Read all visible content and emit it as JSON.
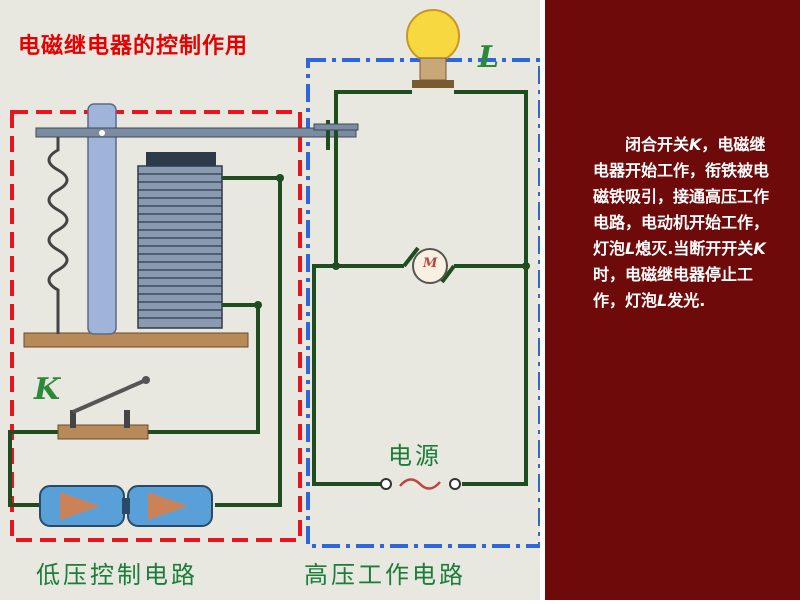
{
  "title": "电磁继电器的控制作用",
  "labels": {
    "lamp": "L",
    "switch": "K",
    "motor": "M",
    "power_source": "电源",
    "low_voltage_circuit": "低压控制电路",
    "high_voltage_circuit": "高压工作电路"
  },
  "description": {
    "parts": [
      "　　闭合开关",
      "K",
      "，电磁继电器开始工作，衔铁被电磁铁吸引，接通高压工作电路，电动机开始工作，灯泡",
      "L",
      "熄灭.当断开开关",
      "K",
      "时，电磁继电器停止工作，灯泡",
      "L",
      "发光."
    ]
  },
  "colors": {
    "title": "#e60000",
    "wire": "#1f4d1f",
    "low_box": "#e8141e",
    "high_box": "#2e66e0",
    "panel_bg": "#6e0a0a",
    "label_green": "#1c7d3a"
  }
}
